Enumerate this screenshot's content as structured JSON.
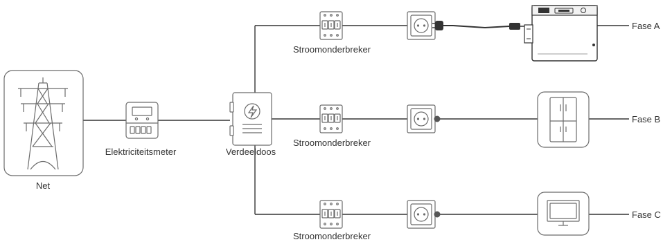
{
  "labels": {
    "grid": "Net",
    "meter": "Elektriciteitsmeter",
    "distribution_box": "Verdeeldoos",
    "breaker_a": "Stroomonderbreker",
    "breaker_b": "Stroomonderbreker",
    "breaker_c": "Stroomonderbreker",
    "phase_a": "Fase A",
    "phase_b": "Fase B",
    "phase_c": "Fase C"
  },
  "colors": {
    "line": "#333333",
    "icon": "#6b6b6b",
    "frame": "#6b6b6b",
    "background": "#ffffff"
  },
  "icons": {
    "grid": "power-tower-icon",
    "meter": "electricity-meter-icon",
    "distribution_box": "distribution-box-icon",
    "breaker": "circuit-breaker-icon",
    "socket": "wall-socket-icon",
    "battery": "portable-power-station-icon",
    "fridge": "refrigerator-icon",
    "tv": "television-icon"
  }
}
